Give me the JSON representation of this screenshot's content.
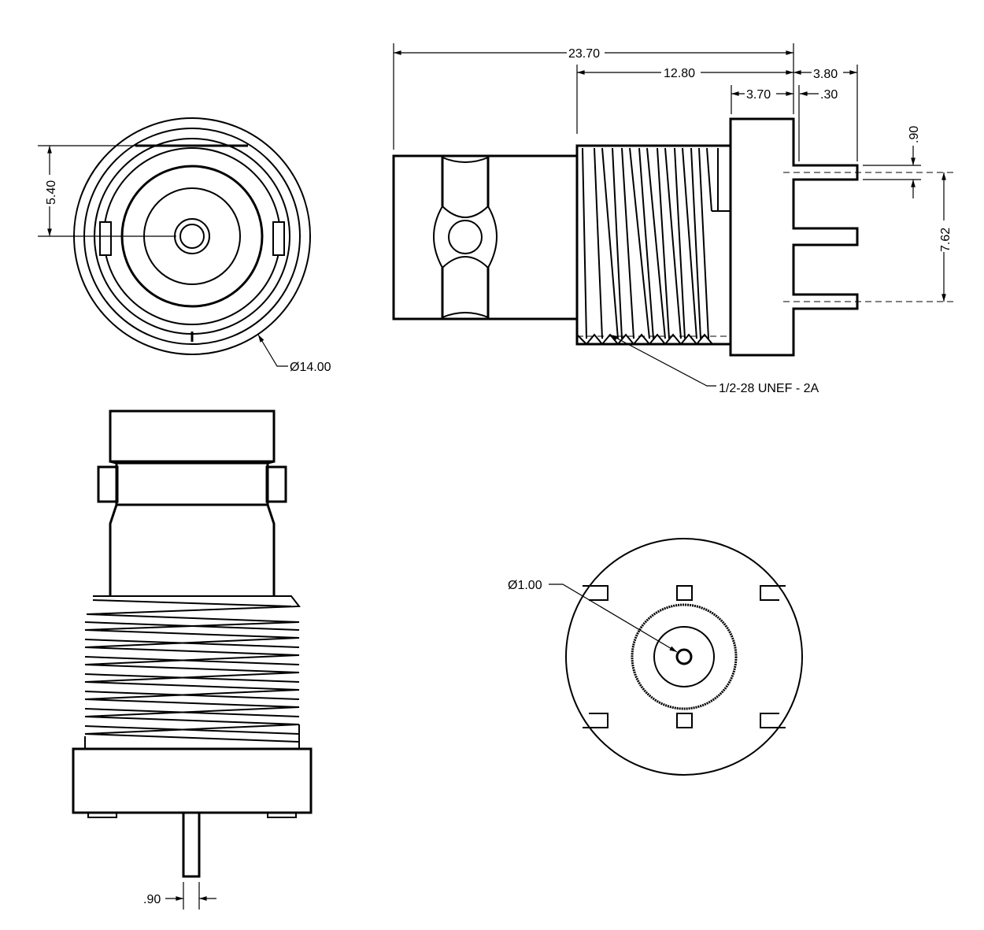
{
  "title": "BNC PCB-mount bulkhead connector drawing",
  "colors": {
    "line": "#000000",
    "background": "#ffffff"
  },
  "dimensions": {
    "overall_length": "23.70",
    "thread_to_flange": "12.80",
    "pin_length": "3.80",
    "flange_thickness": "3.70",
    "pin_offset": ".30",
    "pin_width_side": ".90",
    "pin_spacing": "7.62",
    "center_height": "5.40",
    "outer_diameter": "Ø14.00",
    "thread_spec": "1/2-28 UNEF - 2A",
    "center_pin_diameter": "Ø1.00",
    "pin_width_bottom": ".90"
  }
}
